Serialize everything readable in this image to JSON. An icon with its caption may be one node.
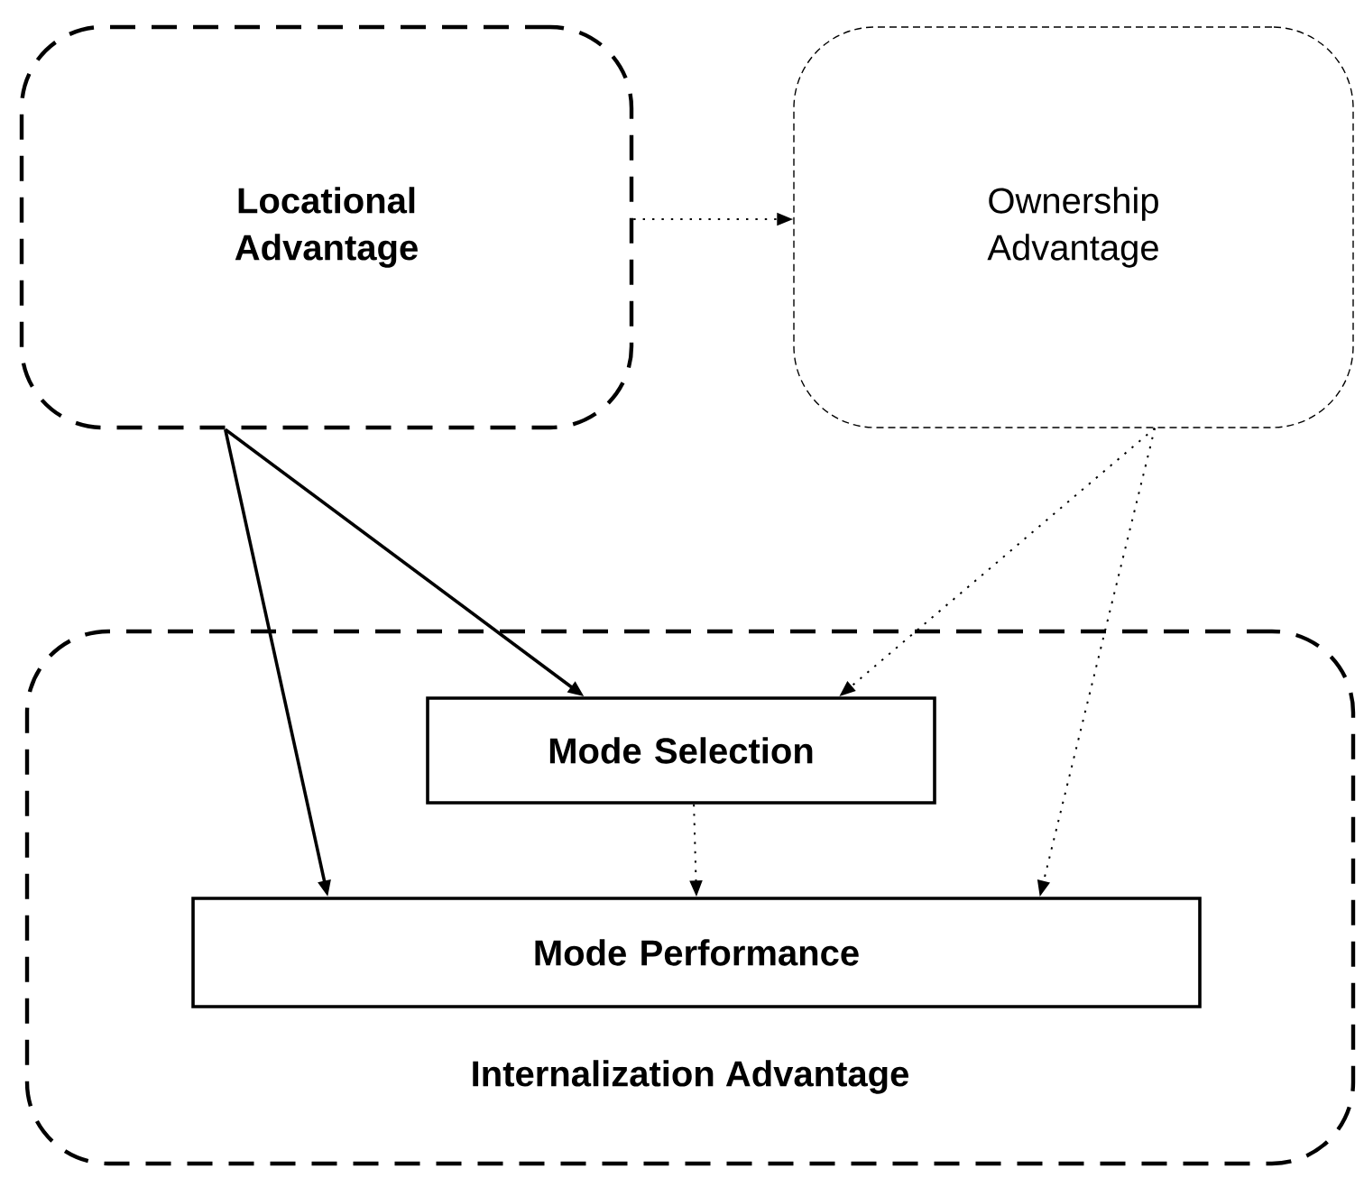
{
  "diagram": {
    "nodes": [
      {
        "text": [
          "Locational Advantage"
        ]
      },
      {
        "text": [
          "Ownership Advantage"
        ]
      },
      {
        "text": [
          "Internalization Advantage"
        ]
      },
      {
        "text": [
          "Mode Selection"
        ],
        "in": 2
      },
      {
        "text": [
          "Mode Performance"
        ],
        "in": 2
      }
    ],
    "edges": [
      {
        "from": 0,
        "to": 1,
        "arrow": "to",
        "style": "dashed"
      },
      {
        "from": 0,
        "to": 3,
        "arrow": "to"
      },
      {
        "from": 0,
        "to": 4,
        "arrow": "to"
      },
      {
        "from": 1,
        "to": 3,
        "arrow": "to",
        "style": "dashed"
      },
      {
        "from": 1,
        "to": 4,
        "arrow": "to",
        "style": "dashed"
      },
      {
        "from": 3,
        "to": 4,
        "arrow": "to",
        "style": "dashed"
      }
    ]
  }
}
